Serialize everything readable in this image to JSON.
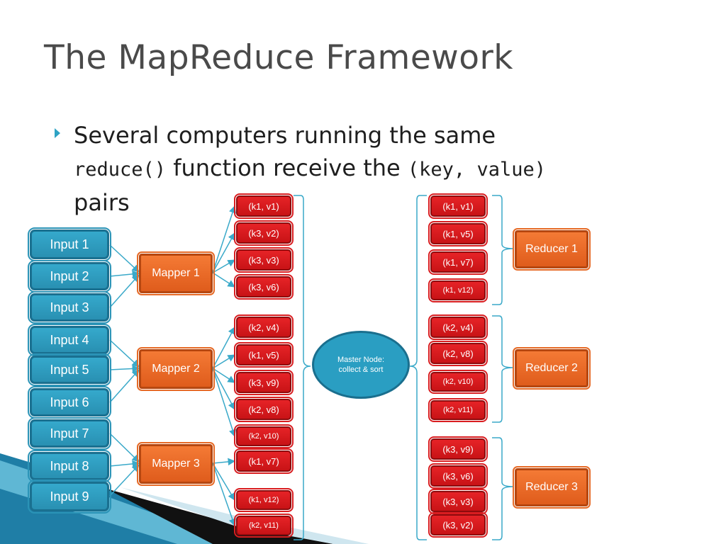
{
  "slide": {
    "title": "The MapReduce Framework",
    "bullet": {
      "text1": "Several computers running the same",
      "code1": "reduce()",
      "text2": " function receive the ",
      "code2": "(key, value)",
      "text3": "pairs"
    }
  },
  "diagram": {
    "inputs": [
      "Input 1",
      "Input 2",
      "Input 3",
      "Input 4",
      "Input 5",
      "Input 6",
      "Input 7",
      "Input 8",
      "Input 9"
    ],
    "mappers": [
      "Mapper 1",
      "Mapper 2",
      "Mapper 3"
    ],
    "mapper_outputs": [
      "(k1, v1)",
      "(k3, v2)",
      "(k3, v3)",
      "(k3, v6)",
      "(k2, v4)",
      "(k1, v5)",
      "(k3, v9)",
      "(k2, v8)",
      "(k2, v10)",
      "(k1, v7)",
      "(k1, v12)",
      "(k2, v11)"
    ],
    "master_node": {
      "line1": "Master Node:",
      "line2": "collect & sort"
    },
    "sorted_pairs": [
      "(k1, v1)",
      "(k1, v5)",
      "(k1, v7)",
      "(k1, v12)",
      "(k2, v4)",
      "(k2, v8)",
      "(k2, v10)",
      "(k2, v11)",
      "(k3, v9)",
      "(k3, v6)",
      "(k3, v3)",
      "(k3, v2)"
    ],
    "reducers": [
      "Reducer 1",
      "Reducer 2",
      "Reducer 3"
    ]
  },
  "colors": {
    "input_fill": "#2a9ec2",
    "mapper_fill": "#e8651f",
    "pair_fill": "#d81a1e",
    "master_fill": "#2a9ec2",
    "connector": "#3aa9c9",
    "title_text": "#4a4a4a"
  }
}
